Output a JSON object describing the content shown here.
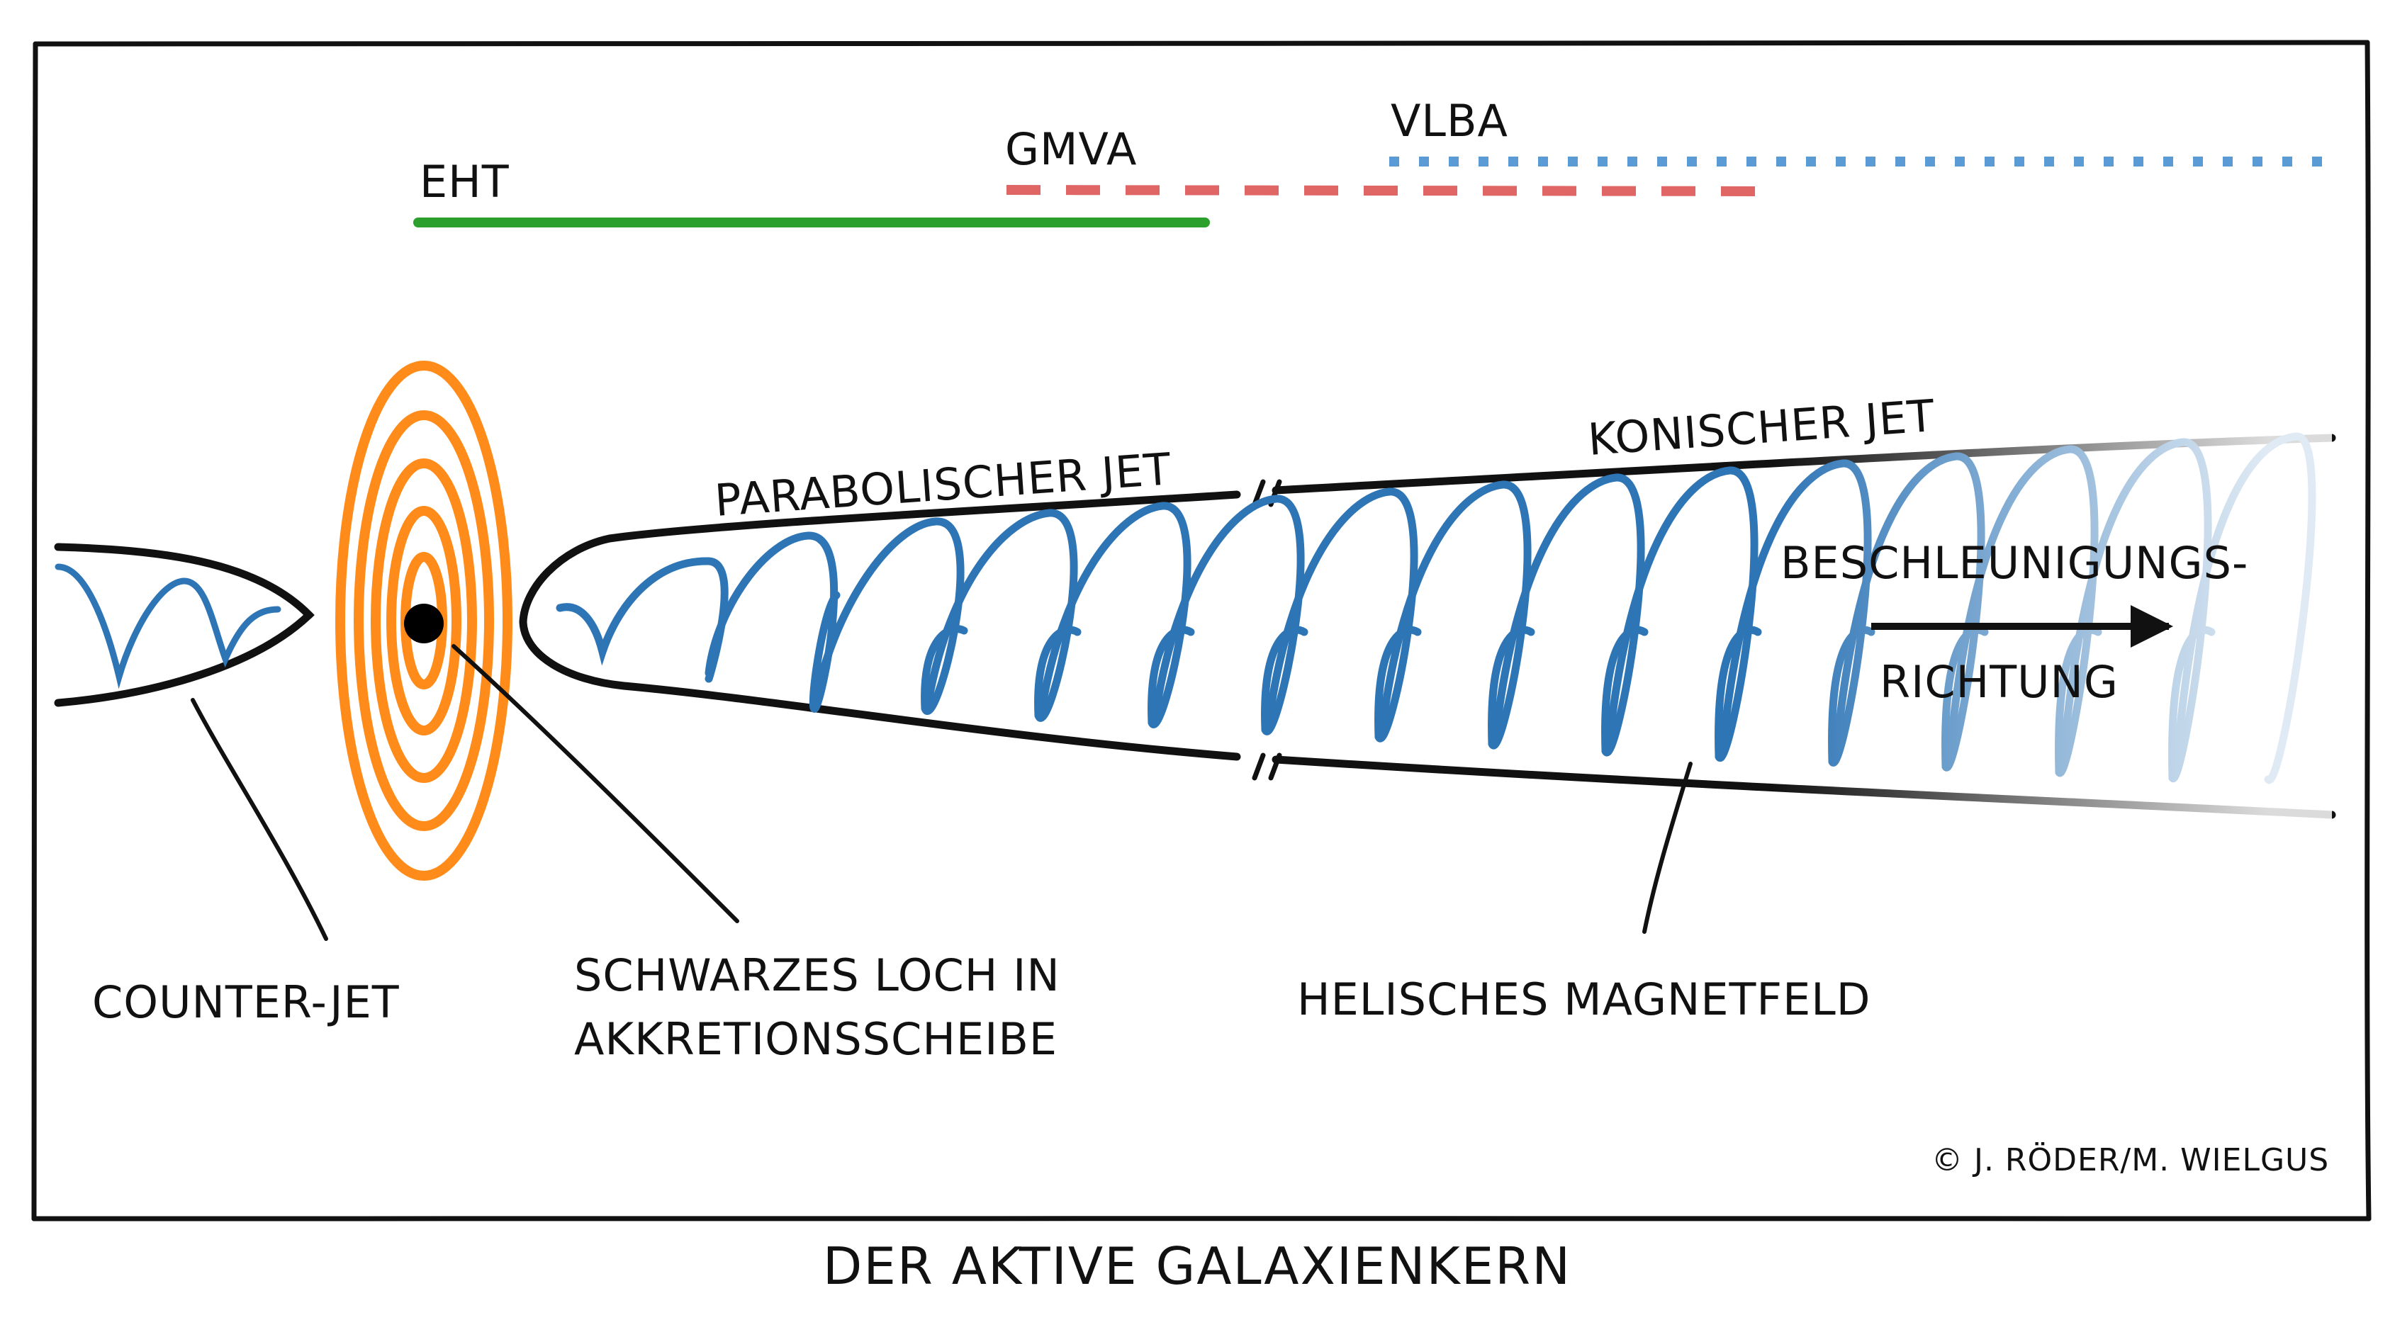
{
  "title": "DER AKTIVE GALAXIENKERN",
  "copyright": "© J. RÖDER/M. WIELGUS",
  "instruments": [
    {
      "name": "EHT",
      "color": "#2ca02c",
      "style": "solid"
    },
    {
      "name": "GMVA",
      "color": "#e06666",
      "style": "dashed"
    },
    {
      "name": "VLBA",
      "color": "#5b9bd5",
      "style": "dotted"
    }
  ],
  "labels": {
    "parabolic_jet": "PARABOLISCHER JET",
    "conical_jet": "KONISCHER JET",
    "acceleration_1": "BESCHLEUNIGUNGS-",
    "acceleration_2": "RICHTUNG",
    "counter_jet": "COUNTER-JET",
    "black_hole_1": "SCHWARZES LOCH IN",
    "black_hole_2": "AKKRETIONSSCHEIBE",
    "magnetic_field": "HELISCHES MAGNETFELD"
  },
  "colors": {
    "accretion_disk": "#ff8c1a",
    "helix": "#2e75b6",
    "outline": "#111111"
  }
}
